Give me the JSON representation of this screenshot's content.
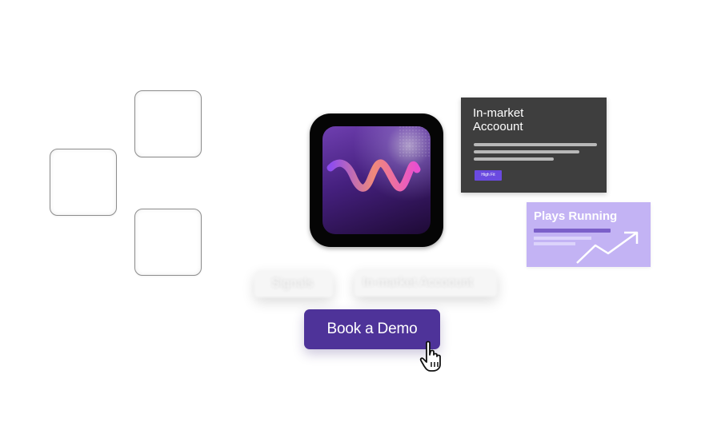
{
  "placeholder_tiles": [
    "tile-top",
    "tile-left",
    "tile-bottom"
  ],
  "app_icon": {
    "icon": "w-logo-icon"
  },
  "account_card": {
    "title_line1": "In-market",
    "title_line2": "Accoount",
    "badge": "High Fit"
  },
  "plays_card": {
    "title": "Plays Running",
    "icon": "trend-up-icon"
  },
  "chips": {
    "signals": "Signals",
    "in_market": "In-market Accoount"
  },
  "cta": {
    "label": "Book a Demo",
    "cursor": "hand-pointer-icon"
  },
  "colors": {
    "accent": "#4e3399",
    "badge": "#6a4ae0",
    "plays_bg": "#c3b3f4",
    "account_bg": "#3e3e3e"
  }
}
